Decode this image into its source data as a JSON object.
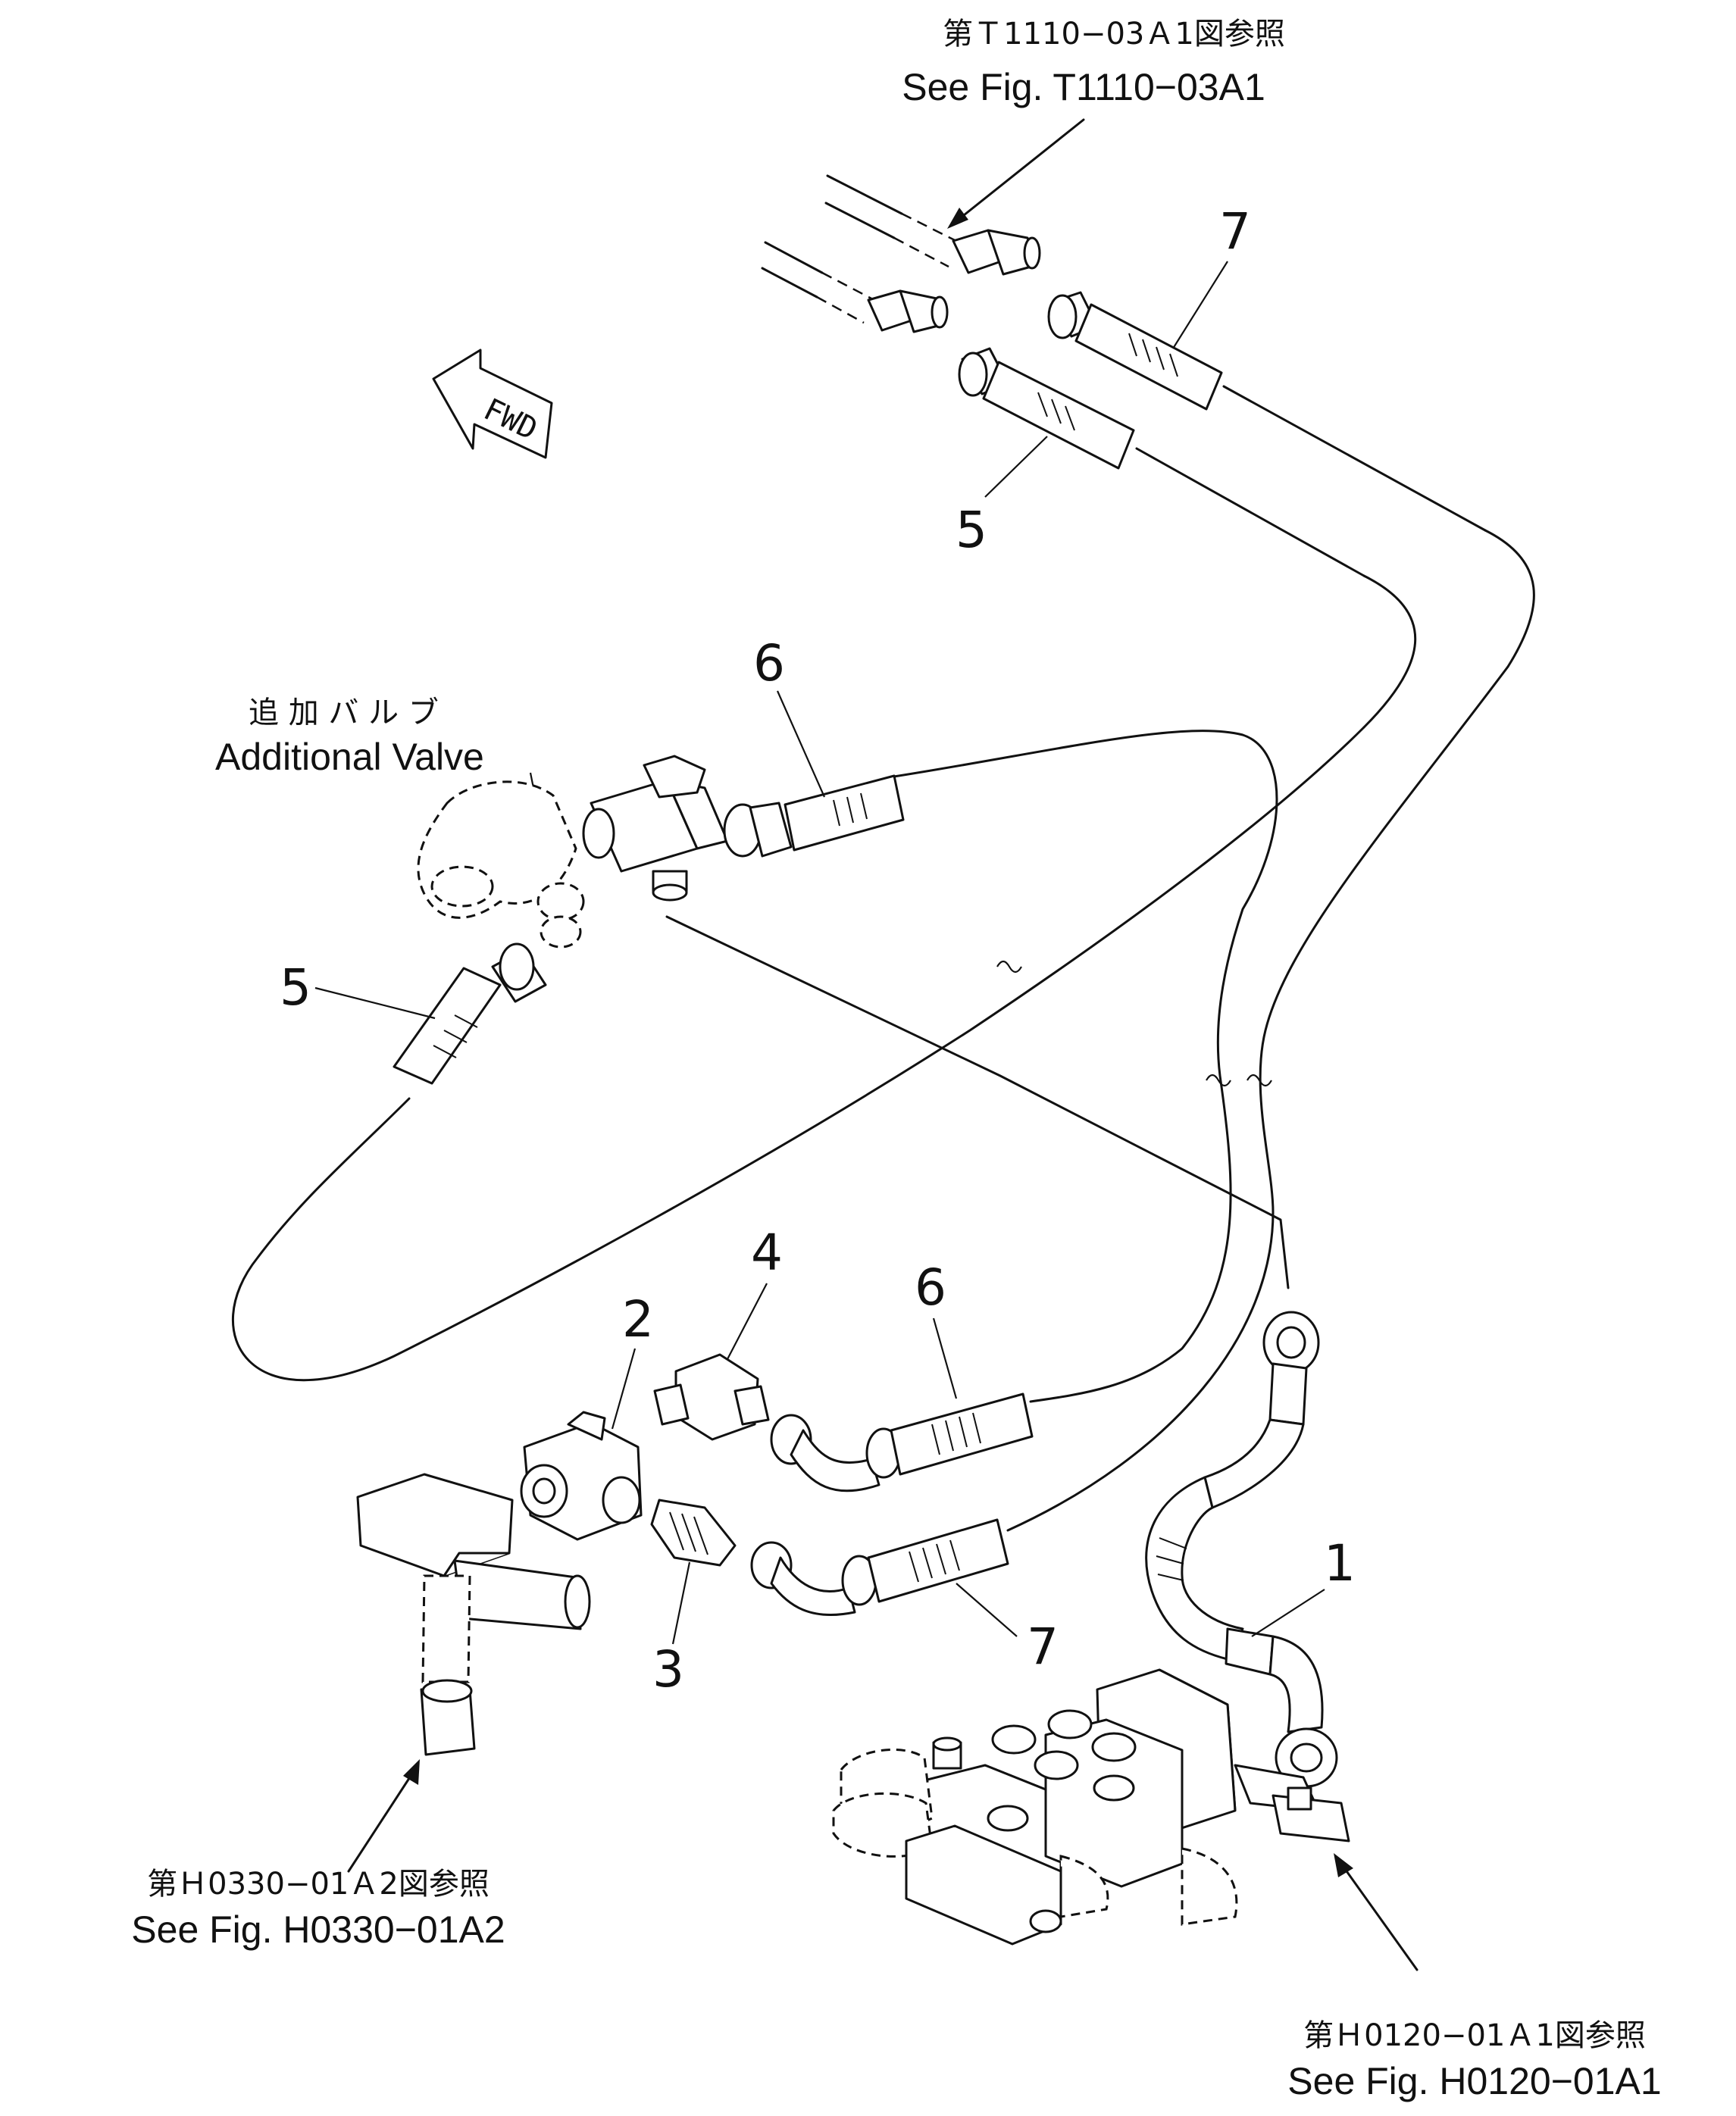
{
  "references": {
    "top": {
      "jp": "第Ｔ1110−03Ａ1図参照",
      "en": "See Fig. T1110−03A1"
    },
    "left": {
      "jp": "第Ｈ0330−01Ａ2図参照",
      "en": "See Fig. H0330−01A2"
    },
    "right": {
      "jp": "第Ｈ0120−01Ａ1図参照",
      "en": "See Fig. H0120−01A1"
    }
  },
  "additional_valve": {
    "jp": "追 加 バ ル ブ",
    "en": "Additional Valve"
  },
  "fwd_label": "FWD",
  "callouts": {
    "p1": "1",
    "p2": "2",
    "p3": "3",
    "p4": "4",
    "p5_top": "5",
    "p5_left": "5",
    "p6_top": "6",
    "p6_bottom": "6",
    "p7_top": "7",
    "p7_bottom": "7"
  }
}
